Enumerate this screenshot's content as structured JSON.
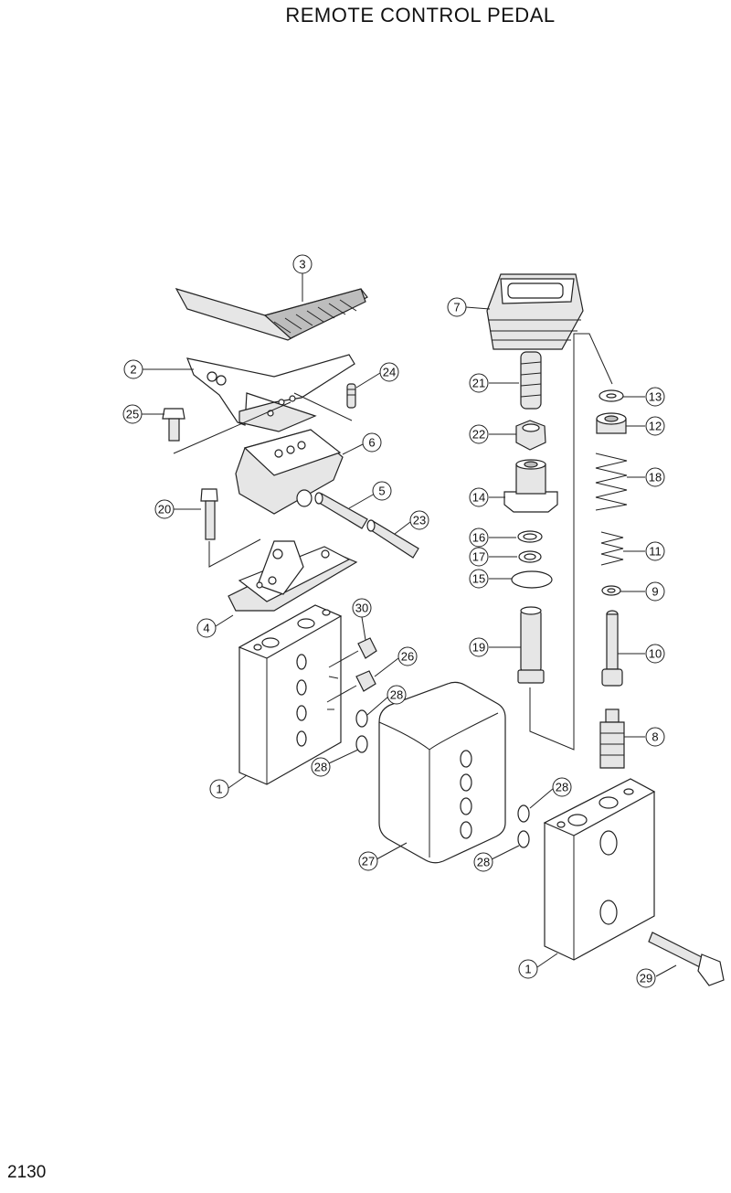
{
  "title": "REMOTE CONTROL PEDAL",
  "page_number": "2130",
  "callouts": {
    "c1a": "1",
    "c1b": "1",
    "c2": "2",
    "c3": "3",
    "c4": "4",
    "c5": "5",
    "c6": "6",
    "c7": "7",
    "c8": "8",
    "c9": "9",
    "c10": "10",
    "c11": "11",
    "c12": "12",
    "c13": "13",
    "c14": "14",
    "c15": "15",
    "c16": "16",
    "c17": "17",
    "c18": "18",
    "c19": "19",
    "c20": "20",
    "c21": "21",
    "c22": "22",
    "c23": "23",
    "c24": "24",
    "c25": "25",
    "c26": "26",
    "c27": "27",
    "c28a": "28",
    "c28b": "28",
    "c28c": "28",
    "c28d": "28",
    "c29": "29",
    "c30": "30"
  }
}
